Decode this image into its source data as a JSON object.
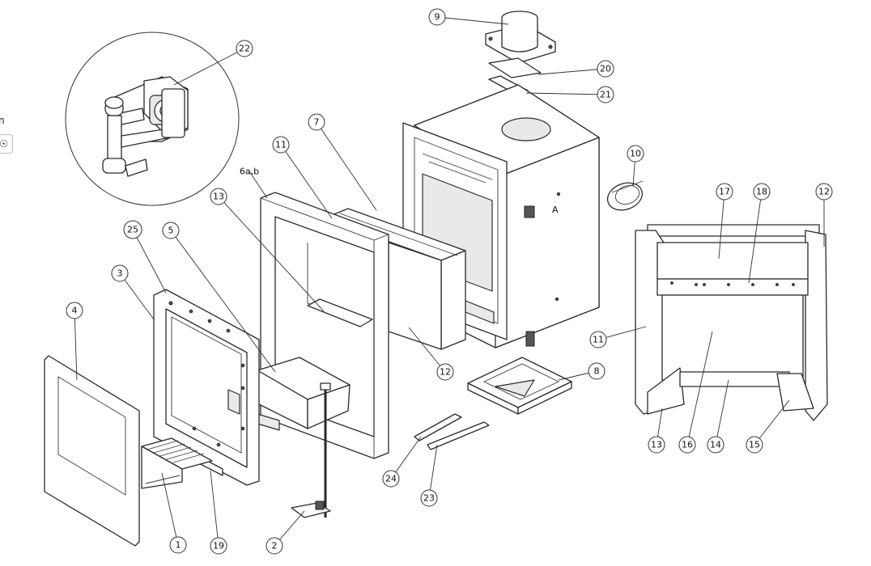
{
  "side_fragment": {
    "text": "n",
    "icon_glyph": "☉",
    "icon": "view-icon"
  },
  "detail_letter": "A",
  "callouts": [
    {
      "label": "1"
    },
    {
      "label": "2"
    },
    {
      "label": "3"
    },
    {
      "label": "4"
    },
    {
      "label": "5"
    },
    {
      "label": "6a,b"
    },
    {
      "label": "7"
    },
    {
      "label": "8"
    },
    {
      "label": "9"
    },
    {
      "label": "10"
    },
    {
      "label": "11"
    },
    {
      "label": "11"
    },
    {
      "label": "12"
    },
    {
      "label": "12"
    },
    {
      "label": "13"
    },
    {
      "label": "13"
    },
    {
      "label": "14"
    },
    {
      "label": "15"
    },
    {
      "label": "16"
    },
    {
      "label": "17"
    },
    {
      "label": "18"
    },
    {
      "label": "19"
    },
    {
      "label": "20"
    },
    {
      "label": "21"
    },
    {
      "label": "22"
    },
    {
      "label": "23"
    },
    {
      "label": "24"
    },
    {
      "label": "25"
    }
  ]
}
